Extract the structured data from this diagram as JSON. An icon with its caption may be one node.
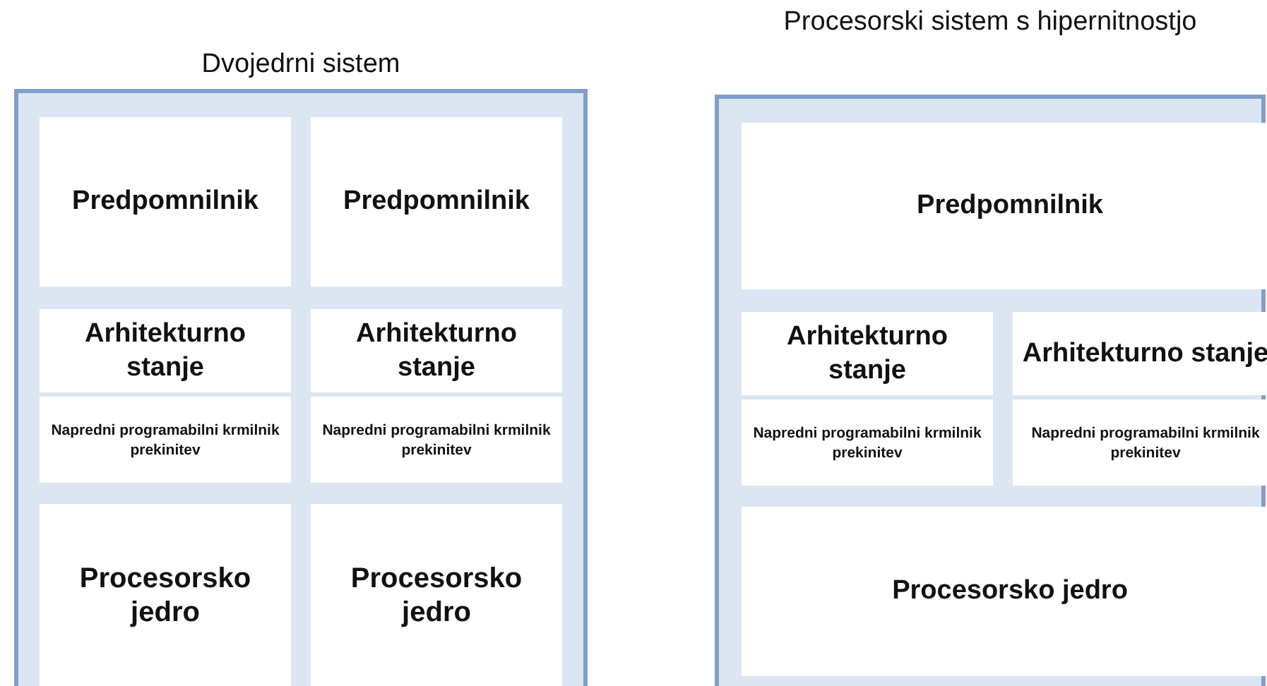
{
  "diagram": {
    "nodes": [
      {
        "text": [
          "Dvojedrni sistem"
        ]
      },
      {
        "text": [
          "Predpomnilnik"
        ],
        "in": 0
      },
      {
        "text": [
          "Predpomnilnik"
        ],
        "in": 0
      },
      {
        "text": [
          "Arhitekturno stanje"
        ],
        "in": 0
      },
      {
        "text": [
          "Arhitekturno stanje"
        ],
        "in": 0
      },
      {
        "text": [
          "Napredni programabilni krmilnik prekinitev"
        ],
        "in": 0
      },
      {
        "text": [
          "Napredni programabilni krmilnik prekinitev"
        ],
        "in": 0
      },
      {
        "text": [
          "Procesorsko jedro"
        ],
        "in": 0
      },
      {
        "text": [
          "Procesorsko jedro"
        ],
        "in": 0
      },
      {
        "text": [
          "Procesorski sistem s hipernitnostjo"
        ]
      },
      {
        "text": [
          "Predpomnilnik"
        ],
        "in": 9
      },
      {
        "text": [
          "Arhitekturno stanje"
        ],
        "in": 9
      },
      {
        "text": [
          "Arhitekturno stanje"
        ],
        "in": 9
      },
      {
        "text": [
          "Napredni programabilni krmilnik prekinitev"
        ],
        "in": 9
      },
      {
        "text": [
          "Napredni programabilni krmilnik prekinitev"
        ],
        "in": 9
      },
      {
        "text": [
          "Procesorsko jedro"
        ],
        "in": 9
      }
    ]
  }
}
